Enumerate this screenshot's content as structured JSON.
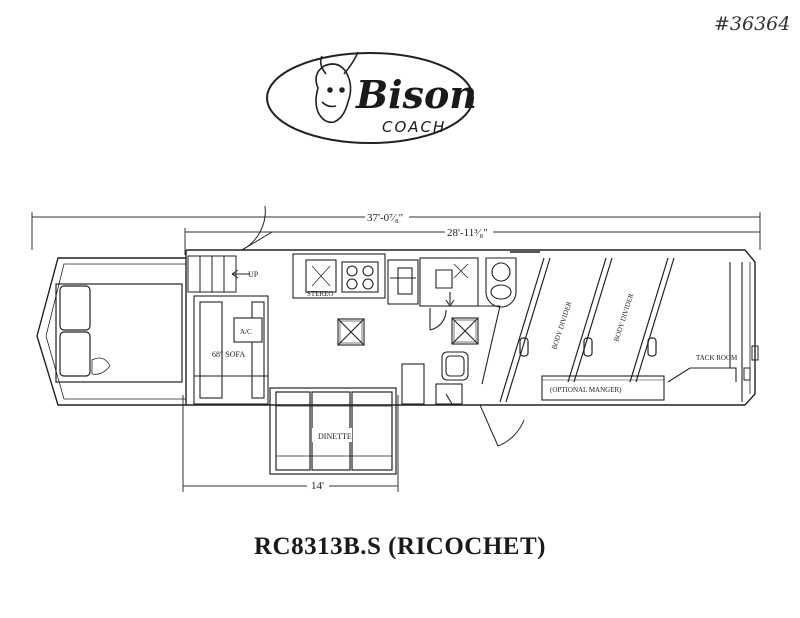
{
  "stock_number": "#36364",
  "logo": {
    "brand": "Bison",
    "sub": "COACH"
  },
  "dimensions": {
    "overall": "37'-0⁷⁄₈\"",
    "living_quarters": "28'-11³⁄₈\"",
    "slideout": "14'"
  },
  "labels": {
    "up": "UP",
    "ac": "A/C",
    "sofa": "68\" SOFA",
    "stereo": "STEREO",
    "dinette": "DINETTE",
    "body_divider_1": "BODY DIVIDER",
    "body_divider_2": "BODY DIVIDER",
    "tack_room": "TACK ROOM",
    "manger": "(OPTIONAL MANGER)"
  },
  "model": "RC8313B.S (RICOCHET)"
}
